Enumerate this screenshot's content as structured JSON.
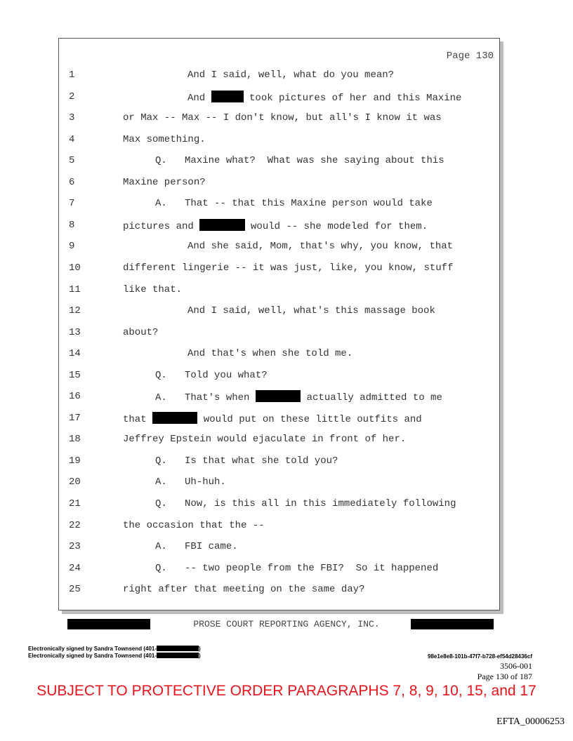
{
  "page_header": "Page 130",
  "lines": [
    {
      "num": "1",
      "indent": 2,
      "parts": [
        {
          "t": "And I said, well, what do you mean?"
        }
      ]
    },
    {
      "num": "2",
      "indent": 2,
      "parts": [
        {
          "t": "And "
        },
        {
          "r": 5
        },
        {
          "t": " took pictures of her and this Maxine"
        }
      ]
    },
    {
      "num": "3",
      "indent": 0,
      "parts": [
        {
          "t": "or Max -- Max -- I don't know, but all's I know it was"
        }
      ]
    },
    {
      "num": "4",
      "indent": 0,
      "parts": [
        {
          "t": "Max something."
        }
      ]
    },
    {
      "num": "5",
      "indent": 1,
      "parts": [
        {
          "t": "Q.   Maxine what?  What was she saying about this"
        }
      ]
    },
    {
      "num": "6",
      "indent": 0,
      "parts": [
        {
          "t": "Maxine person?"
        }
      ]
    },
    {
      "num": "7",
      "indent": 1,
      "parts": [
        {
          "t": "A.   That -- that this Maxine person would take"
        }
      ]
    },
    {
      "num": "8",
      "indent": 0,
      "parts": [
        {
          "t": "pictures and "
        },
        {
          "r": 7
        },
        {
          "t": " would -- she modeled for them."
        }
      ]
    },
    {
      "num": "9",
      "indent": 2,
      "parts": [
        {
          "t": "And she said, Mom, that's why, you know, that"
        }
      ]
    },
    {
      "num": "10",
      "indent": 0,
      "parts": [
        {
          "t": "different lingerie -- it was just, like, you know, stuff"
        }
      ]
    },
    {
      "num": "11",
      "indent": 0,
      "parts": [
        {
          "t": "like that."
        }
      ]
    },
    {
      "num": "12",
      "indent": 2,
      "parts": [
        {
          "t": "And I said, well, what's this massage book"
        }
      ]
    },
    {
      "num": "13",
      "indent": 0,
      "parts": [
        {
          "t": "about?"
        }
      ]
    },
    {
      "num": "14",
      "indent": 2,
      "parts": [
        {
          "t": "And that's when she told me."
        }
      ]
    },
    {
      "num": "15",
      "indent": 1,
      "parts": [
        {
          "t": "Q.   Told you what?"
        }
      ]
    },
    {
      "num": "16",
      "indent": 1,
      "parts": [
        {
          "t": "A.   That's when "
        },
        {
          "r": 7
        },
        {
          "t": " actually admitted to me"
        }
      ]
    },
    {
      "num": "17",
      "indent": 0,
      "parts": [
        {
          "t": "that "
        },
        {
          "r": 7
        },
        {
          "t": " would put on these little outfits and"
        }
      ]
    },
    {
      "num": "18",
      "indent": 0,
      "parts": [
        {
          "t": "Jeffrey Epstein would ejaculate in front of her."
        }
      ]
    },
    {
      "num": "19",
      "indent": 1,
      "parts": [
        {
          "t": "Q.   Is that what she told you?"
        }
      ]
    },
    {
      "num": "20",
      "indent": 1,
      "parts": [
        {
          "t": "A.   Uh-huh."
        }
      ]
    },
    {
      "num": "21",
      "indent": 1,
      "parts": [
        {
          "t": "Q.   Now, is this all in this immediately following"
        }
      ]
    },
    {
      "num": "22",
      "indent": 0,
      "parts": [
        {
          "t": "the occasion that the --"
        }
      ]
    },
    {
      "num": "23",
      "indent": 1,
      "parts": [
        {
          "t": "A.   FBI came."
        }
      ]
    },
    {
      "num": "24",
      "indent": 1,
      "parts": [
        {
          "t": "Q.   -- two people from the FBI?  So it happened"
        }
      ]
    },
    {
      "num": "25",
      "indent": 0,
      "parts": [
        {
          "t": "right after that meeting on the same day?"
        }
      ]
    }
  ],
  "footer": {
    "agency": "PROSE COURT REPORTING AGENCY, INC.",
    "signature_1_prefix": "Electronically signed by Sandra Townsend (401-",
    "signature_2_prefix": "Electronically signed by Sandra Townsend (401-",
    "signature_suffix": ")",
    "hash": "98e1e8e8-101b-47f7-b728-ef54d28436cf",
    "doc_number": "3506-001",
    "page_of": "Page 130 of 187"
  },
  "protective_order": "SUBJECT TO PROTECTIVE ORDER PARAGRAPHS 7, 8, 9, 10, 15, and 17",
  "bates": "EFTA_00006253"
}
